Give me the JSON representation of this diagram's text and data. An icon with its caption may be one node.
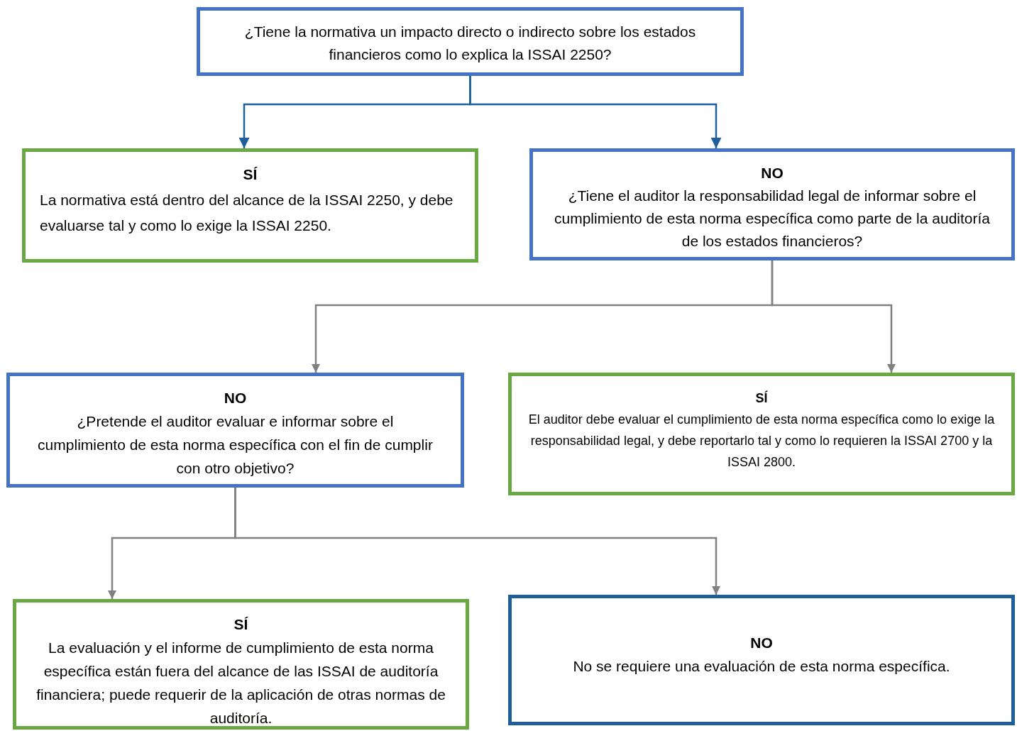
{
  "diagram": {
    "nodes": [
      {
        "text": [
          "¿Tiene la normativa un impacto directo o indirecto sobre los estados financieros como lo explica la ISSAI 2250?"
        ]
      },
      {
        "text": [
          "SÍ",
          "La normativa está dentro del alcance de la ISSAI 2250, y debe evaluarse tal y como lo exige la ISSAI 2250."
        ]
      },
      {
        "text": [
          "NO",
          "¿Tiene el auditor la responsabilidad legal de informar sobre el cumplimiento de esta norma específica como parte de la auditoría de los estados financieros?"
        ]
      },
      {
        "text": [
          "NO",
          "¿Pretende el auditor evaluar e informar sobre el cumplimiento de esta norma específica con el fin de cumplir con otro objetivo?"
        ]
      },
      {
        "text": [
          "SÍ",
          "El auditor debe evaluar el cumplimiento de esta norma específica como lo exige la responsabilidad legal, y debe reportarlo tal y como lo requieren la ISSAI 2700 y la ISSAI 2800."
        ]
      },
      {
        "text": [
          "SÍ",
          "La evaluación y el informe de cumplimiento de esta norma específica están fuera del alcance de las ISSAI de auditoría financiera; puede requerir de la aplicación de otras normas de auditoría."
        ]
      },
      {
        "text": [
          "NO",
          "No se requiere una evaluación de esta norma específica."
        ]
      }
    ],
    "edges": [
      {
        "from": 0,
        "to": 1,
        "arrow": "to",
        "color": "#1f5f99"
      },
      {
        "from": 0,
        "to": 2,
        "arrow": "to",
        "color": "#1f5f99"
      },
      {
        "from": 2,
        "to": 3,
        "arrow": "to"
      },
      {
        "from": 2,
        "to": 4,
        "arrow": "to"
      },
      {
        "from": 3,
        "to": 5,
        "arrow": "to"
      },
      {
        "from": 3,
        "to": 6,
        "arrow": "to"
      }
    ]
  }
}
